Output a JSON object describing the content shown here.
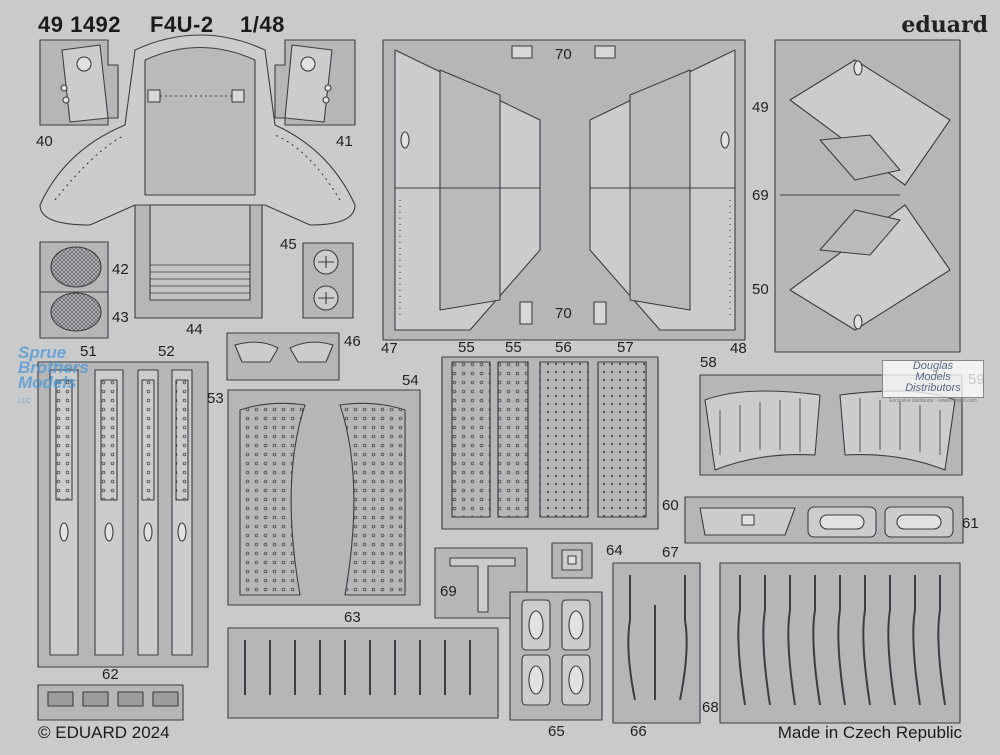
{
  "header": {
    "set_number": "49 1492",
    "model": "F4U-2",
    "scale": "1/48",
    "brand": "eduard"
  },
  "footer": {
    "copyright": "© EDUARD 2024",
    "origin": "Made in Czech Republic"
  },
  "watermark": {
    "lines": [
      "Sprue",
      "Brothers",
      "Models"
    ],
    "suffix": "LLC"
  },
  "distributor": {
    "lines": [
      "Douglas",
      "Models",
      "Distributors"
    ],
    "fineprint": "Exclusive distributor · www.eduard.com"
  },
  "part_labels": [
    "40",
    "41",
    "42",
    "43",
    "44",
    "45",
    "46",
    "47",
    "48",
    "49",
    "50",
    "51",
    "52",
    "53",
    "54",
    "55",
    "55",
    "56",
    "57",
    "58",
    "59",
    "60",
    "61",
    "62",
    "63",
    "64",
    "65",
    "66",
    "67",
    "68",
    "69",
    "69",
    "70",
    "70"
  ],
  "colors": {
    "fret": "#b4b5b7",
    "part_light": "#cbcccd",
    "part_dark": "#a9aaac",
    "outline": "#3b3d41",
    "background": "#c9cacb",
    "watermark": "#4696d7"
  }
}
